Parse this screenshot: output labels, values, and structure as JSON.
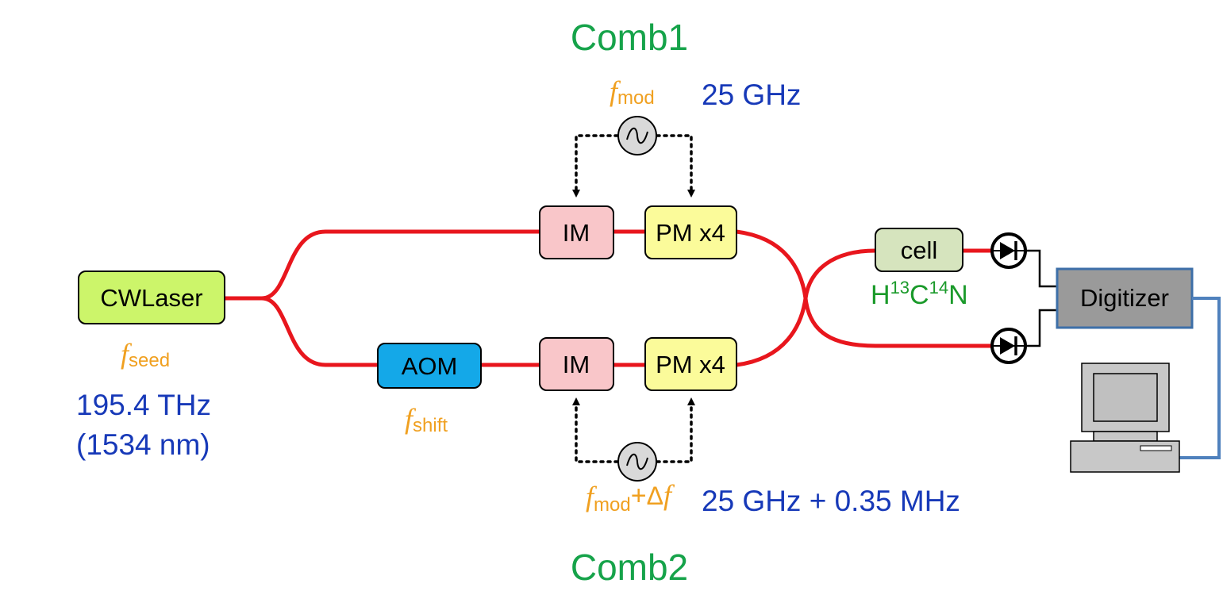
{
  "comb1_label": "Comb1",
  "comb2_label": "Comb2",
  "laser": {
    "label": "CWLaser",
    "f_symbol": "f",
    "f_sub": "seed",
    "freq": "195.4 THz",
    "wavelength": "(1534 nm)"
  },
  "aom": {
    "label": "AOM",
    "f_symbol": "f",
    "f_sub": "shift"
  },
  "comb1": {
    "im": "IM",
    "pm": "PM x4",
    "mod_symbol": "f",
    "mod_sub": "mod",
    "mod_value": "25 GHz"
  },
  "comb2": {
    "im": "IM",
    "pm": "PM x4",
    "mod_symbol": "f",
    "mod_sub": "mod",
    "mod_plus": "+",
    "mod_delta": "Δ",
    "mod_delta_f": "f",
    "mod_value": "25 GHz + 0.35 MHz"
  },
  "cell": {
    "label": "cell",
    "gas_h": "H",
    "gas_13": "13",
    "gas_c": "C",
    "gas_14": "14",
    "gas_n": "N"
  },
  "digitizer": {
    "label": "Digitizer"
  },
  "colors": {
    "fiber": "#e8161d",
    "comb_label": "#16a34a",
    "freq_text": "#1739b8",
    "f_text": "#f0a020",
    "gas_text": "#1a9a2a",
    "laser_box": "#ccf56a",
    "aom_box": "#14a8e8",
    "im_box": "#f9c6c9",
    "pm_box": "#fbfb9a",
    "cell_box": "#d6e4be",
    "digitizer_box": "#9a9a9a",
    "digitizer_border": "#3d6fa8",
    "cable": "#4f81bd"
  }
}
